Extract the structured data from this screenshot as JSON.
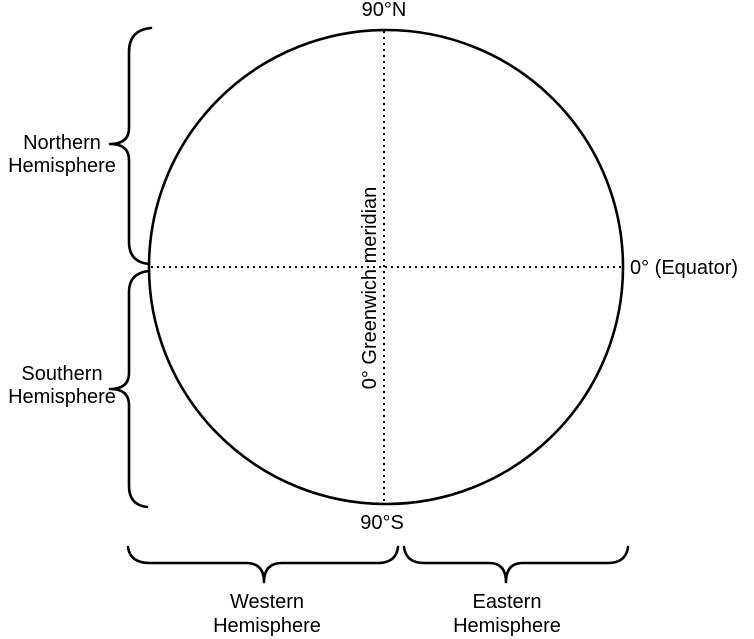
{
  "figure": {
    "colors": {
      "line": "#000000",
      "background": "#ffffff"
    },
    "poles": {
      "north": "90°N",
      "south": "90°S"
    },
    "equator": {
      "label": "0° (Equator)"
    },
    "meridian": {
      "label": "0° Greenwich meridian"
    },
    "hemispheres": {
      "northern": {
        "line1": "Northern",
        "line2": "Hemisphere"
      },
      "southern": {
        "line1": "Southern",
        "line2": "Hemisphere"
      },
      "western": {
        "line1": "Western",
        "line2": "Hemisphere"
      },
      "eastern": {
        "line1": "Eastern",
        "line2": "Hemisphere"
      }
    }
  }
}
